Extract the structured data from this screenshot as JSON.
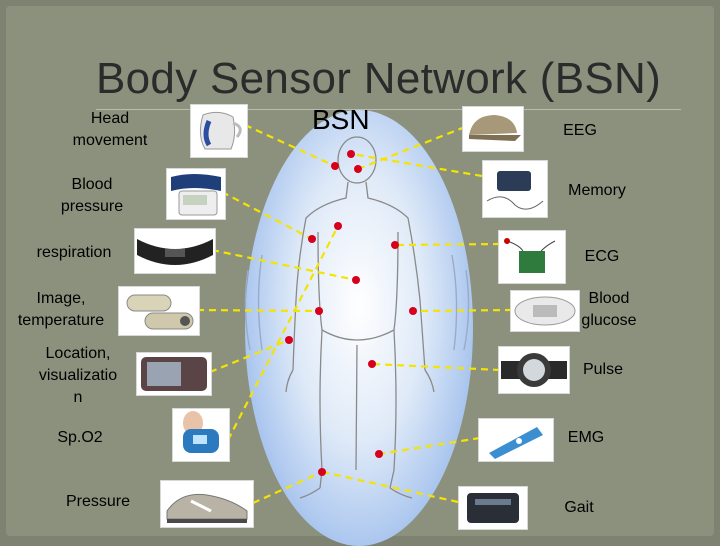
{
  "title": "Body Sensor Network (BSN)",
  "center_label": "BSN",
  "left_sensors": [
    {
      "label": "Head\nmovement",
      "icon": "head-movement-sensor-icon"
    },
    {
      "label": "Blood\npressure",
      "icon": "blood-pressure-cuff-icon"
    },
    {
      "label": "respiration",
      "icon": "respiration-belt-icon"
    },
    {
      "label": "Image,\ntemperature",
      "icon": "capsule-camera-icon"
    },
    {
      "label": "Location,\nvisualizatio\nn",
      "icon": "pda-icon"
    },
    {
      "label": "Sp.O2",
      "icon": "finger-oximeter-icon"
    },
    {
      "label": "Pressure",
      "icon": "insole-shoe-icon"
    }
  ],
  "right_sensors": [
    {
      "label": "EEG",
      "icon": "eeg-cap-icon"
    },
    {
      "label": "Memory",
      "icon": "memory-module-icon"
    },
    {
      "label": "ECG",
      "icon": "ecg-board-icon"
    },
    {
      "label": "Blood\nglucose",
      "icon": "glucose-patch-icon"
    },
    {
      "label": "Pulse",
      "icon": "pulse-watch-icon"
    },
    {
      "label": "EMG",
      "icon": "emg-probe-icon"
    },
    {
      "label": "Gait",
      "icon": "gait-sensor-icon"
    }
  ],
  "colors": {
    "background": "#8c917e",
    "connector": "#f5e400",
    "node": "#d6001c"
  }
}
